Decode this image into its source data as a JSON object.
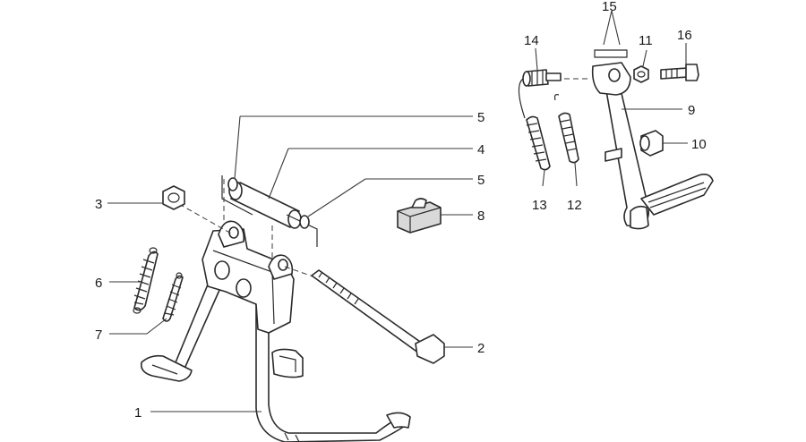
{
  "diagram": {
    "callouts": [
      {
        "id": "c1",
        "label": "1"
      },
      {
        "id": "c2",
        "label": "2"
      },
      {
        "id": "c3",
        "label": "3"
      },
      {
        "id": "c4",
        "label": "4"
      },
      {
        "id": "c5a",
        "label": "5"
      },
      {
        "id": "c5b",
        "label": "5"
      },
      {
        "id": "c6",
        "label": "6"
      },
      {
        "id": "c7",
        "label": "7"
      },
      {
        "id": "c8",
        "label": "8"
      },
      {
        "id": "c9",
        "label": "9"
      },
      {
        "id": "c10",
        "label": "10"
      },
      {
        "id": "c11",
        "label": "11"
      },
      {
        "id": "c12",
        "label": "12"
      },
      {
        "id": "c13",
        "label": "13"
      },
      {
        "id": "c14",
        "label": "14"
      },
      {
        "id": "c15",
        "label": "15"
      },
      {
        "id": "c16",
        "label": "16"
      }
    ]
  }
}
